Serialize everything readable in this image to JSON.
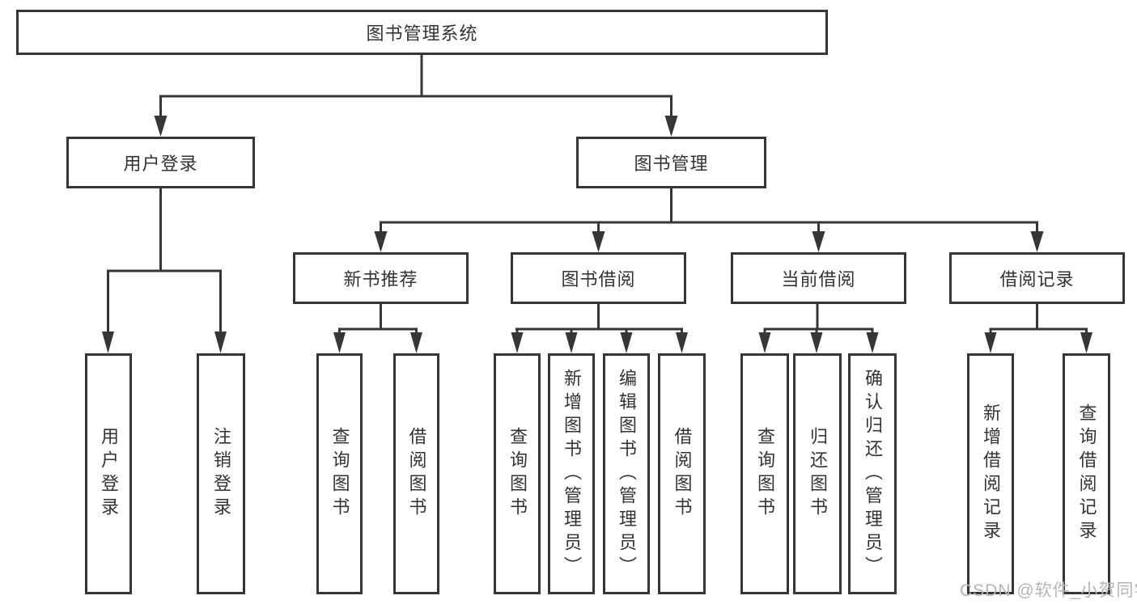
{
  "diagram": {
    "title": "图书管理系统",
    "branches": [
      {
        "label": "用户登录",
        "leaves": [
          "用户登录",
          "注销登录"
        ]
      },
      {
        "label": "图书管理",
        "sections": [
          {
            "label": "新书推荐",
            "leaves": [
              "查询图书",
              "借阅图书"
            ]
          },
          {
            "label": "图书借阅",
            "leaves": [
              "查询图书",
              "新增图书（管理员）",
              "编辑图书（管理员）",
              "借阅图书"
            ]
          },
          {
            "label": "当前借阅",
            "leaves": [
              "查询图书",
              "归还图书",
              "确认归还（管理员）"
            ]
          },
          {
            "label": "借阅记录",
            "leaves": [
              "新增借阅记录",
              "查询借阅记录"
            ]
          }
        ]
      }
    ]
  },
  "watermark": {
    "text": "CSDN @软件_小贺同学"
  },
  "colors": {
    "line": "#363636",
    "text": "#333333",
    "watermark": "#b5b5b5",
    "background": "#ffffff"
  }
}
